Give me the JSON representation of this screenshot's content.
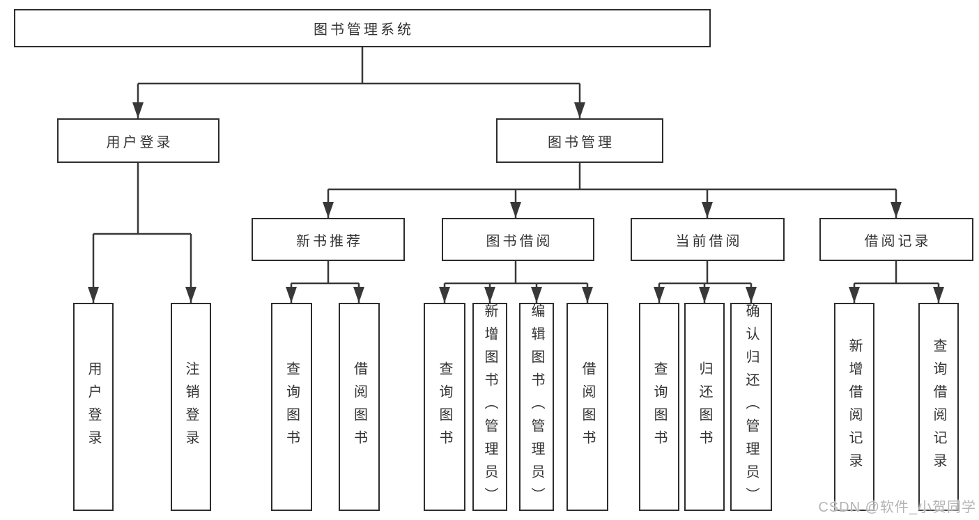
{
  "colors": {
    "line": "#383838",
    "box_border": "#2d2d2d",
    "text": "#333333",
    "watermark": "#b4b4b4",
    "background": "#ffffff"
  },
  "watermark": {
    "text": "CSDN @软件_小贺同学"
  },
  "tree": {
    "root": {
      "label": "图书管理系统"
    },
    "level2": [
      {
        "label": "用户登录",
        "children": [
          {
            "label": "用户登录"
          },
          {
            "label": "注销登录"
          }
        ]
      },
      {
        "label": "图书管理",
        "children": [
          {
            "label": "新书推荐",
            "children": [
              {
                "label": "查询图书"
              },
              {
                "label": "借阅图书"
              }
            ]
          },
          {
            "label": "图书借阅",
            "children": [
              {
                "label": "查询图书"
              },
              {
                "label": "新增图书（管理员）"
              },
              {
                "label": "编辑图书（管理员）"
              },
              {
                "label": "借阅图书"
              }
            ]
          },
          {
            "label": "当前借阅",
            "children": [
              {
                "label": "查询图书"
              },
              {
                "label": "归还图书"
              },
              {
                "label": "确认归还（管理员）"
              }
            ]
          },
          {
            "label": "借阅记录",
            "children": [
              {
                "label": "新增借阅记录"
              },
              {
                "label": "查询借阅记录"
              }
            ]
          }
        ]
      }
    ]
  }
}
